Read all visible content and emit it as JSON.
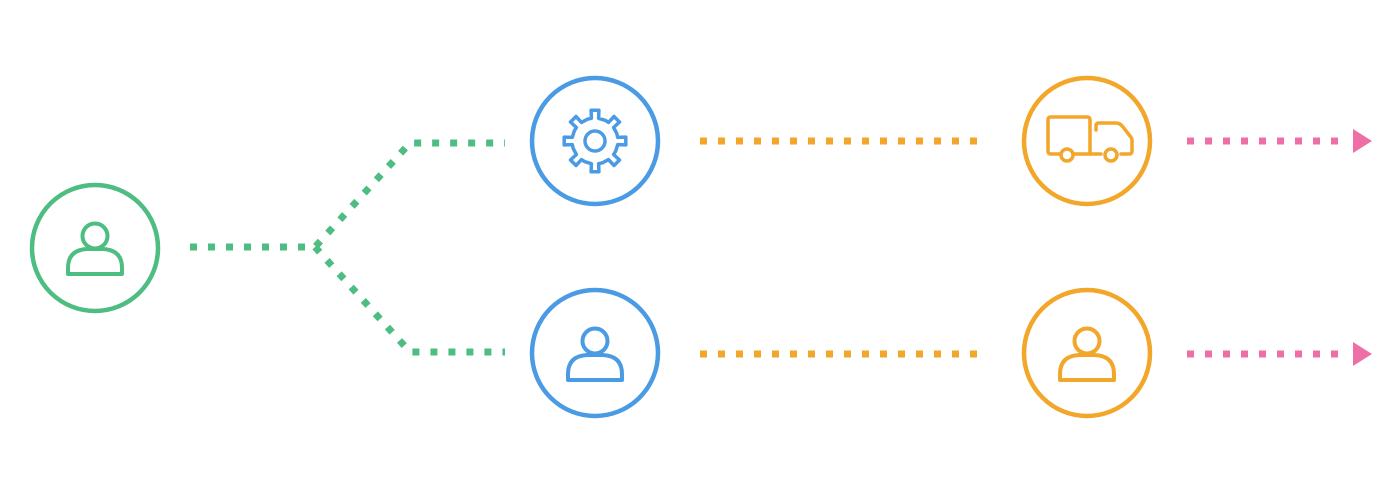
{
  "colors": {
    "green": "#4DBD82",
    "blue": "#4A9BE4",
    "orange": "#F2A62A",
    "pink": "#EE6FA6",
    "background": "#FFFFFF"
  },
  "nodes": [
    {
      "id": "source-user",
      "icon": "user-icon",
      "color": "green"
    },
    {
      "id": "process",
      "icon": "gear-icon",
      "color": "blue"
    },
    {
      "id": "intermediate-user",
      "icon": "user-icon",
      "color": "blue"
    },
    {
      "id": "shipping",
      "icon": "truck-icon",
      "color": "orange"
    },
    {
      "id": "end-user",
      "icon": "user-icon",
      "color": "orange"
    }
  ],
  "connections": [
    {
      "from": "source-user",
      "to": "process",
      "color": "green",
      "style": "dotted"
    },
    {
      "from": "source-user",
      "to": "intermediate-user",
      "color": "green",
      "style": "dotted"
    },
    {
      "from": "process",
      "to": "shipping",
      "color": "orange",
      "style": "dotted"
    },
    {
      "from": "intermediate-user",
      "to": "end-user",
      "color": "orange",
      "style": "dotted"
    },
    {
      "from": "shipping",
      "to": null,
      "color": "pink",
      "style": "dotted-arrow"
    },
    {
      "from": "end-user",
      "to": null,
      "color": "pink",
      "style": "dotted-arrow"
    }
  ]
}
